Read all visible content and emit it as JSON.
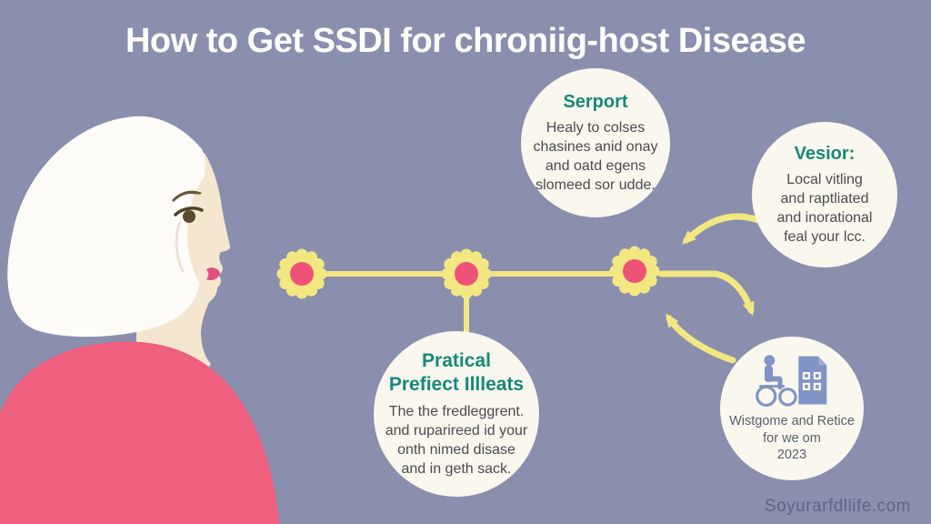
{
  "title": "How to Get SSDI for chroniig-host Disease",
  "watermark": "Soyurarfdllife.com",
  "colors": {
    "background": "#8a8fae",
    "accent_yellow": "#f3e781",
    "accent_pink": "#ee5377",
    "circle_fill": "#faf7ee",
    "heading_teal": "#15897a",
    "body_text": "#4b4c52",
    "icon_blue": "#8095c5",
    "shirt_pink": "#ef5f7e",
    "skin": "#f5e7cf",
    "hair": "#fdfcf8",
    "title_text": "#ffffff"
  },
  "bubbles": {
    "support": {
      "heading": "Serport",
      "body": "Healy to colses\nchasines anid onay\nand oatd egens\nslomeed sor udde."
    },
    "advisor": {
      "heading": "Vesior:",
      "body": "Local vitling\nand raptliated\nand inorational\nfeal your lcc."
    },
    "practical": {
      "heading": "Pratical\nPrefiect Illleats",
      "body": "The the fredleggrent.\nand ruparireed id your\nonth nimed disase\nand in geth sack."
    },
    "notice": {
      "icon": "wheelchair-and-document-icon",
      "body": "Wistgome and Retice\nfor we om\n2023"
    }
  },
  "timeline": {
    "gears": 3
  }
}
